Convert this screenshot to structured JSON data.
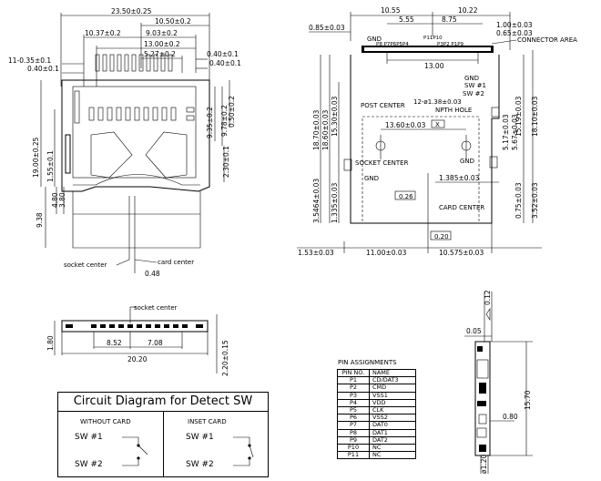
{
  "top_view": {
    "dims": [
      "23.50±0.25",
      "10.50±0.2",
      "10.37±0.2",
      "9.03±0.2",
      "13.00±0.2",
      "5.27±0.2",
      "0.40±0.1",
      "0.40±0.1",
      "11-0.35±0.1",
      "0.40±0.1",
      "19.00±0.25",
      "9.35±0.2",
      "9.78±0.2",
      "0.50±0.2",
      "2.30±0.1",
      "1.55±0.1",
      "3.80",
      "4.80",
      "9.38"
    ],
    "socket_label": "socket center",
    "card_label": "card center",
    "bottom_dim": "0.48"
  },
  "pcb_view": {
    "dims_top": [
      "10.55",
      "10.22",
      "5.55",
      "8.75",
      "1.00±0.03",
      "0.85±0.03",
      "0.65±0.03",
      "13.00"
    ],
    "pins_left": "P8 P7P6P5P4",
    "pins_mid": "P11P10",
    "pins_right": "P3P2 P1P9",
    "gnd": "GND",
    "connector": "CONNECTOR AREA",
    "gnd_sw1": "GND",
    "sw1": "SW #1",
    "sw2": "SW #2",
    "post_center": "POST CENTER",
    "npth": "12-ø1.38±0.03",
    "npth2": "NPTH HOLE",
    "dim_1360": "13.60±0.03",
    "x_box": "X",
    "socket_center": "SOCKET CENTER",
    "gnd_low_left": "GND",
    "gnd_low_right": "GND",
    "dim_1385": "1.385±0.03",
    "box_026": "0.26",
    "card_center": "CARD CENTER",
    "box_020": "0.20",
    "vdims_left": [
      "18.70±0.03",
      "18.60±0.03",
      "15.30±0.03",
      "3.5464±0.03",
      "1.335±0.03"
    ],
    "vdims_right": [
      "15.19±0.03",
      "18.10±0.03",
      "5.17±0.03",
      "5.67±0.03",
      "0.75±0.03",
      "3.52±0.03"
    ],
    "bottom_dims": [
      "1.53±0.03",
      "11.00±0.03",
      "10.575±0.03"
    ]
  },
  "front_view": {
    "socket_label": "socket center",
    "dims": [
      "8.52",
      "7.08",
      "20.20",
      "1.80",
      "2.20±0.15"
    ]
  },
  "side_view": {
    "dims": [
      "0.12",
      "0.05",
      "15.70",
      "0.80",
      "ø1.20"
    ]
  },
  "pin_table": {
    "title": "PIN ASSIGNMENTS",
    "headers": [
      "PIN NO.",
      "NAME"
    ],
    "rows": [
      [
        "P1",
        "CD/DAT3"
      ],
      [
        "P2",
        "CMD"
      ],
      [
        "P3",
        "VSS1"
      ],
      [
        "P4",
        "VDD"
      ],
      [
        "P5",
        "CLK"
      ],
      [
        "P6",
        "VSS2"
      ],
      [
        "P7",
        "DAT0"
      ],
      [
        "P8",
        "DAT1"
      ],
      [
        "P9",
        "DAT2"
      ],
      [
        "P10",
        "NC"
      ],
      [
        "P11",
        "NC"
      ]
    ]
  },
  "circuit": {
    "title": "Circuit Diagram for Detect SW",
    "without": "WITHOUT   CARD",
    "inset": "INSET CARD",
    "sw1": "SW #1",
    "sw2": "SW #2"
  }
}
